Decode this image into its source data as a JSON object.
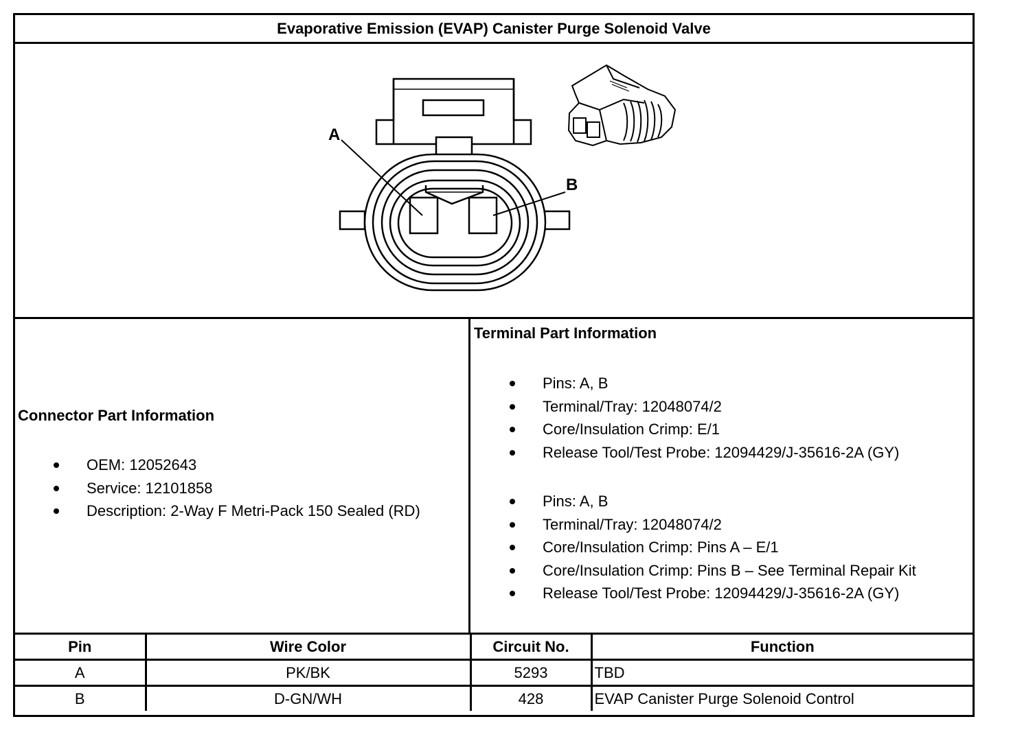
{
  "title": "Evaporative Emission (EVAP) Canister Purge Solenoid Valve",
  "diagram": {
    "labels": [
      "A",
      "B"
    ]
  },
  "connector": {
    "heading": "Connector Part Information",
    "items": [
      "OEM: 12052643",
      "Service: 12101858",
      "Description: 2-Way F Metri-Pack 150 Sealed (RD)"
    ]
  },
  "terminal": {
    "heading": "Terminal Part Information",
    "group1": [
      "Pins: A, B",
      "Terminal/Tray: 12048074/2",
      "Core/Insulation Crimp: E/1",
      "Release Tool/Test Probe: 12094429/J-35616-2A (GY)"
    ],
    "group2": [
      "Pins: A, B",
      "Terminal/Tray: 12048074/2",
      "Core/Insulation Crimp: Pins A – E/1",
      "Core/Insulation Crimp: Pins B – See Terminal Repair Kit",
      "Release Tool/Test Probe: 12094429/J-35616-2A (GY)"
    ]
  },
  "table": {
    "headers": [
      "Pin",
      "Wire Color",
      "Circuit No.",
      "Function"
    ],
    "rows": [
      [
        "A",
        "PK/BK",
        "5293",
        "TBD"
      ],
      [
        "B",
        "D-GN/WH",
        "428",
        "EVAP Canister Purge Solenoid Control"
      ]
    ]
  }
}
